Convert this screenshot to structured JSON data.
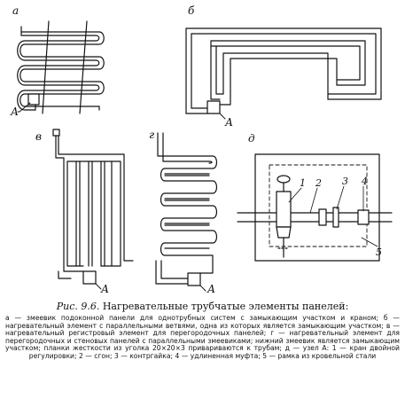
{
  "figure": {
    "panels": {
      "a": {
        "letter": "а",
        "node_label": "А"
      },
      "b": {
        "letter": "б",
        "node_label": "А"
      },
      "v": {
        "letter": "в",
        "node_label": "А"
      },
      "g": {
        "letter": "г",
        "node_label": "А"
      },
      "d": {
        "letter": "д",
        "callouts": [
          "1",
          "2",
          "3",
          "4",
          "5"
        ]
      }
    }
  },
  "caption": {
    "prefix": "Рис. 9.6.",
    "title": "Нагревательные трубчатые элементы панелей:",
    "body": "а — змеевик подоконной панели для однотрубных систем с замыкающим участком и краном; б — нагревательный элемент с параллельными ветвями, одна из которых является замыкающим участком; в — нагревательный регистровый элемент для перегородочных панелей; г — нагревательный элемент для перегородочных и стеновых панелей с параллельными змеевиками; нижний змеевик является замыкающим участком; планки жесткости из уголка 20×20×3 привариваются к трубам; д — узел А: 1 — кран двойной регулировки; 2 — сгон; 3 — контргайка; 4 — удлиненная муфта; 5 — рамка из кровельной стали"
  }
}
